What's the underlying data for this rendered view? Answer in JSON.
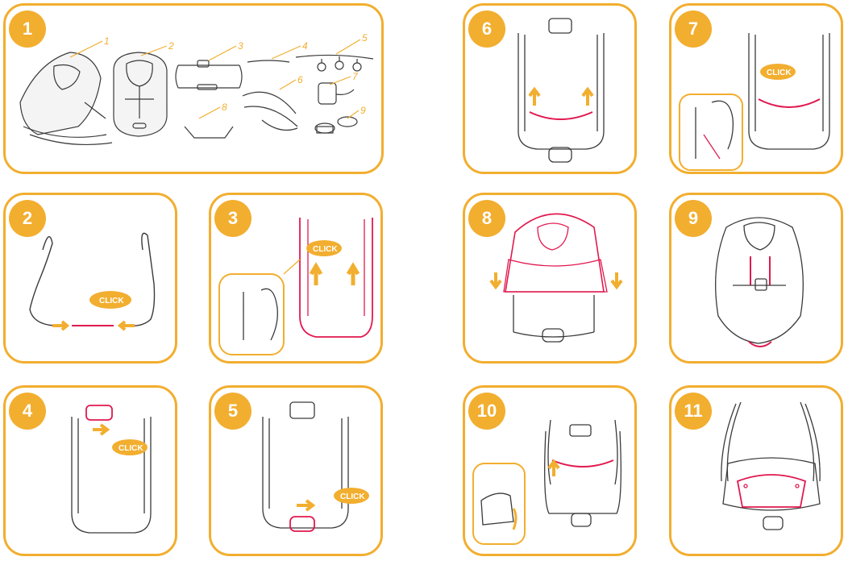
{
  "steps": [
    "1",
    "2",
    "3",
    "4",
    "5",
    "6",
    "7",
    "8",
    "9",
    "10",
    "11"
  ],
  "parts": [
    "1",
    "2",
    "3",
    "4",
    "5",
    "6",
    "7",
    "8",
    "9"
  ],
  "click_label": "CLICK",
  "colors": {
    "accent": "#f2ae2f",
    "highlight": "#e0194f",
    "line": "#3a3a3a"
  }
}
